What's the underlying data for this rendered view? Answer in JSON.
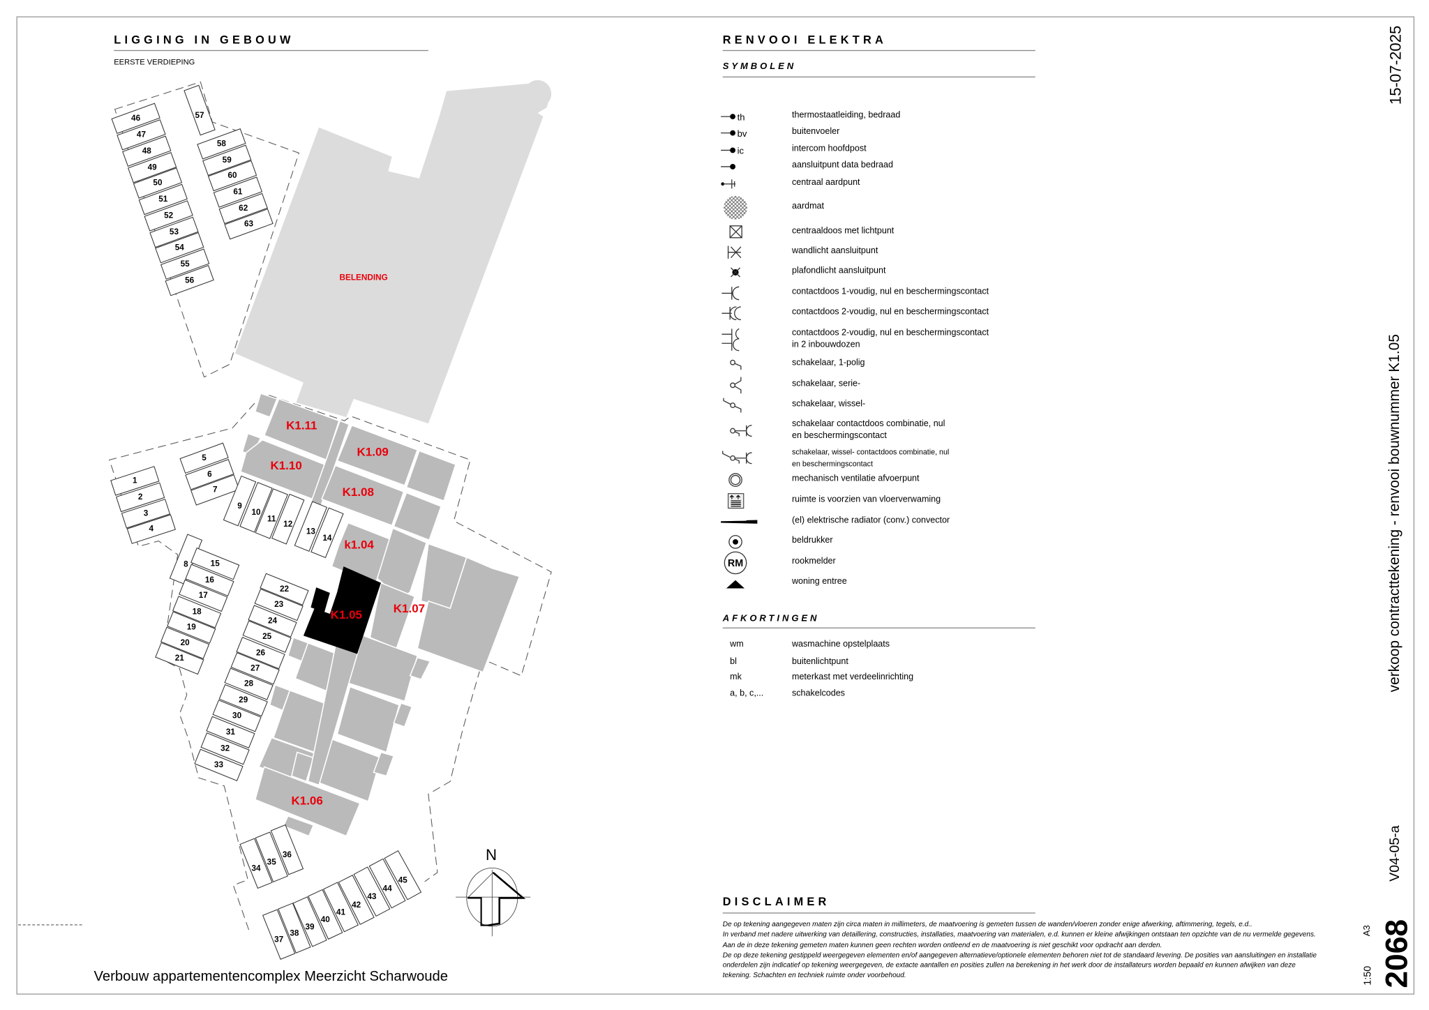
{
  "left": {
    "title": "LIGGING IN GEBOUW",
    "subtitle": "EERSTE VERDIEPING",
    "neighbour_label": "BELENDING",
    "units": [
      "K1.11",
      "K1.10",
      "K1.09",
      "K1.08",
      "k1.04",
      "K1.05",
      "K1.07",
      "K1.06"
    ],
    "highlighted_unit": "K1.05",
    "parking_spots": [
      "1",
      "2",
      "3",
      "4",
      "5",
      "6",
      "7",
      "8",
      "9",
      "10",
      "11",
      "12",
      "13",
      "14",
      "15",
      "16",
      "17",
      "18",
      "19",
      "20",
      "21",
      "22",
      "23",
      "24",
      "25",
      "26",
      "27",
      "28",
      "29",
      "30",
      "31",
      "32",
      "33",
      "34",
      "35",
      "36",
      "37",
      "38",
      "39",
      "40",
      "41",
      "42",
      "43",
      "44",
      "45",
      "46",
      "47",
      "48",
      "49",
      "50",
      "51",
      "52",
      "53",
      "54",
      "55",
      "56",
      "57",
      "58",
      "59",
      "60",
      "61",
      "62",
      "63"
    ],
    "north_label": "N",
    "project_title": "Verbouw appartementencomplex Meerzicht Scharwoude"
  },
  "legend": {
    "title": "RENVOOI ELEKTRA",
    "symbols_heading": "SYMBOLEN",
    "symbols": [
      {
        "icon": "dot-line-th-icon",
        "code": "th",
        "label": "thermostaatleiding, bedraad"
      },
      {
        "icon": "dot-line-bv-icon",
        "code": "bv",
        "label": "buitenvoeler"
      },
      {
        "icon": "dot-line-ic-icon",
        "code": "ic",
        "label": "intercom hoofdpost"
      },
      {
        "icon": "dot-line-icon",
        "code": "",
        "label": "aansluitpunt data bedraad"
      },
      {
        "icon": "earth-point-icon",
        "code": "",
        "label": "centraal aardpunt"
      },
      {
        "icon": "earth-mat-icon",
        "code": "",
        "label": "aardmat"
      },
      {
        "icon": "junction-box-light-icon",
        "code": "",
        "label": "centraaldoos met lichtpunt"
      },
      {
        "icon": "wall-light-icon",
        "code": "",
        "label": "wandlicht aansluitpunt"
      },
      {
        "icon": "ceiling-light-icon",
        "code": "",
        "label": "plafondlicht aansluitpunt"
      },
      {
        "icon": "socket-single-icon",
        "code": "",
        "label": "contactdoos 1-voudig, nul en beschermingscontact"
      },
      {
        "icon": "socket-double-icon",
        "code": "",
        "label": "contactdoos 2-voudig, nul en beschermingscontact"
      },
      {
        "icon": "socket-double-two-boxes-icon",
        "code": "",
        "label": "contactdoos 2-voudig, nul en beschermingscontact",
        "label2": "in 2 inbouwdozen"
      },
      {
        "icon": "switch-single-pole-icon",
        "code": "",
        "label": "schakelaar, 1-polig"
      },
      {
        "icon": "switch-series-icon",
        "code": "",
        "label": "schakelaar, serie-"
      },
      {
        "icon": "switch-two-way-icon",
        "code": "",
        "label": "schakelaar, wissel-"
      },
      {
        "icon": "switch-socket-combo-icon",
        "code": "",
        "label": "schakelaar contactdoos combinatie, nul",
        "label2": "en beschermingscontact"
      },
      {
        "icon": "switch-two-way-socket-combo-icon",
        "code": "",
        "label": "schakelaar, wissel- contactdoos combinatie, nul",
        "label2": "en beschermingscontact",
        "small": true
      },
      {
        "icon": "ventilation-exhaust-icon",
        "code": "",
        "label": "mechanisch ventilatie afvoerpunt"
      },
      {
        "icon": "floor-heating-icon",
        "code": "",
        "label": "ruimte is voorzien van vloerverwaming"
      },
      {
        "icon": "electric-radiator-icon",
        "code": "",
        "label": "(el) elektrische radiator (conv.) convector"
      },
      {
        "icon": "doorbell-button-icon",
        "code": "",
        "label": "beldrukker"
      },
      {
        "icon": "smoke-detector-icon",
        "code": "RM",
        "label": "rookmelder"
      },
      {
        "icon": "entrance-triangle-icon",
        "code": "",
        "label": "woning entree"
      }
    ],
    "abbr_heading": "AFKORTINGEN",
    "abbreviations": [
      {
        "abbr": "wm",
        "label": "wasmachine opstelplaats"
      },
      {
        "abbr": "bl",
        "label": "buitenlichtpunt"
      },
      {
        "abbr": "mk",
        "label": "meterkast met verdeelinrichting"
      },
      {
        "abbr": "a, b, c,...",
        "label": "schakelcodes"
      }
    ]
  },
  "disclaimer": {
    "title": "DISCLAIMER",
    "lines": [
      "De op tekening aangegeven maten zijn circa maten in millimeters, de maatvoering is gemeten tussen de wanden/vloeren zonder enige afwerking, aftimmering, tegels, e.d..",
      "In verband met nadere uitwerking van detaillering, constructies, installaties, maatvoering van materialen, e.d. kunnen er kleine afwijkingen ontstaan ten opzichte van de nu vermelde gegevens. Aan de in deze tekening gemeten maten kunnen geen rechten worden ontleend en de maatvoering is niet geschikt voor opdracht aan derden.",
      "De op deze tekening gestippeld weergegeven elementen en/of aangegeven alternatieve/optionele elementen behoren niet tot de standaard levering. De posities van aansluitingen en installatie onderdelen zijn indicatief op tekening weergegeven, de extacte aantallen en posities zullen na berekening in het werk door de installateurs worden bepaald en kunnen afwijken van deze tekening. Schachten en techniek ruimte onder voorbehoud."
    ]
  },
  "titleblock": {
    "date": "15-07-2025",
    "description": "verkoop contracttekening - renvooi bouwnummer K1.05",
    "drawing_code": "V04-05-a",
    "paper": "A3",
    "scale": "1:50",
    "project_number": "2068"
  },
  "colors": {
    "unit_gray": "#bababa",
    "neighbour_gray": "#dcdcdc",
    "label_red": "#e8000b",
    "highlight": "#000000"
  }
}
